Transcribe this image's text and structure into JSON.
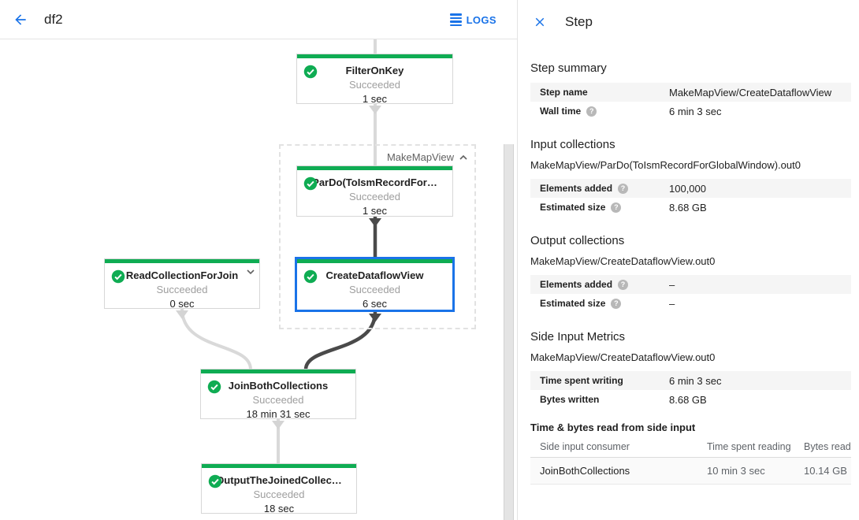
{
  "colors": {
    "accent_blue": "#1a73e8",
    "success_green": "#0fac53",
    "edge_light": "#d9d9d9",
    "edge_dark": "#4a4a4a"
  },
  "header": {
    "title": "df2",
    "logs_label": "LOGS"
  },
  "graph": {
    "group_label": "MakeMapView",
    "nodes": [
      {
        "name": "FilterOnKey",
        "status": "Succeeded",
        "time": "1 sec"
      },
      {
        "name": "ParDo(ToIsmRecordFor…",
        "status": "Succeeded",
        "time": "1 sec"
      },
      {
        "name": "CreateDataflowView",
        "status": "Succeeded",
        "time": "6 sec"
      },
      {
        "name": "ReadCollectionForJoin",
        "status": "Succeeded",
        "time": "0 sec"
      },
      {
        "name": "JoinBothCollections",
        "status": "Succeeded",
        "time": "18 min 31 sec"
      },
      {
        "name": "OutputTheJoinedCollec…",
        "status": "Succeeded",
        "time": "18 sec"
      }
    ]
  },
  "panel": {
    "title": "Step",
    "step_summary": {
      "title": "Step summary",
      "rows": [
        {
          "label": "Step name",
          "value": "MakeMapView/CreateDataflowView"
        },
        {
          "label": "Wall time",
          "value": "6 min 3 sec"
        }
      ]
    },
    "input_collections": {
      "title": "Input collections",
      "collection": "MakeMapView/ParDo(ToIsmRecordForGlobalWindow).out0",
      "rows": [
        {
          "label": "Elements added",
          "value": "100,000"
        },
        {
          "label": "Estimated size",
          "value": "8.68 GB"
        }
      ]
    },
    "output_collections": {
      "title": "Output collections",
      "collection": "MakeMapView/CreateDataflowView.out0",
      "rows": [
        {
          "label": "Elements added",
          "value": "–"
        },
        {
          "label": "Estimated size",
          "value": "–"
        }
      ]
    },
    "side_input_metrics": {
      "title": "Side Input Metrics",
      "collection": "MakeMapView/CreateDataflowView.out0",
      "rows": [
        {
          "label": "Time spent writing",
          "value": "6 min 3 sec"
        },
        {
          "label": "Bytes written",
          "value": "8.68 GB"
        }
      ]
    },
    "side_input_table": {
      "title": "Time & bytes read from side input",
      "headers": [
        "Side input consumer",
        "Time spent reading",
        "Bytes read"
      ],
      "rows": [
        [
          "JoinBothCollections",
          "10 min 3 sec",
          "10.14 GB"
        ]
      ]
    }
  }
}
